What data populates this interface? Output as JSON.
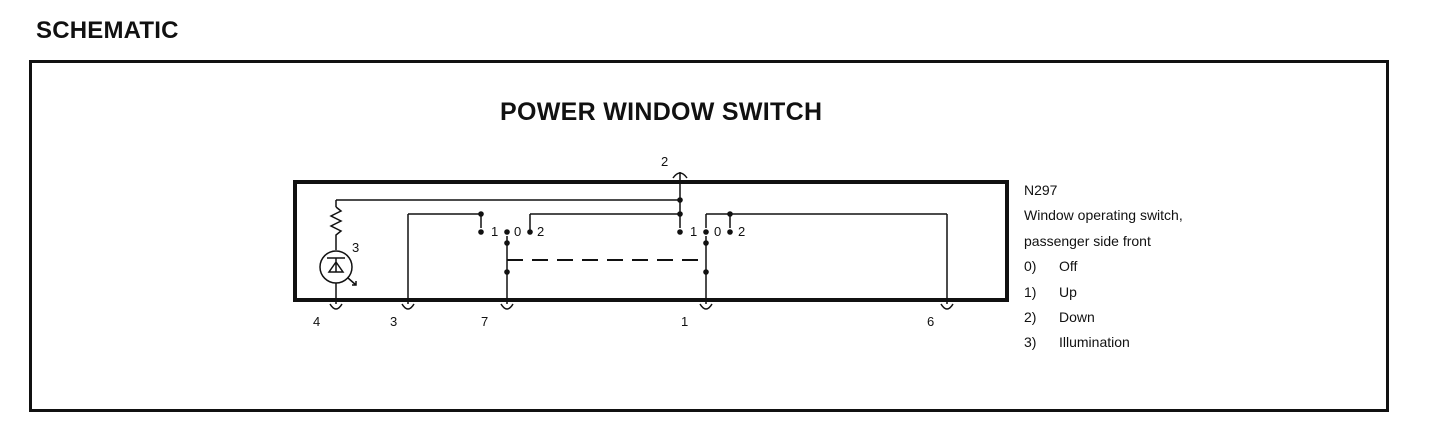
{
  "header": {
    "section_title": "SCHEMATIC"
  },
  "diagram": {
    "title": "POWER WINDOW SWITCH",
    "pins": {
      "top": "2",
      "p4": "4",
      "p3": "3",
      "p7": "7",
      "p1": "1",
      "p6": "6"
    },
    "lamp_label": "3",
    "switch_left": {
      "pos1": "1",
      "pos0": "0",
      "pos2": "2"
    },
    "switch_right": {
      "pos1": "1",
      "pos0": "0",
      "pos2": "2"
    },
    "legend": {
      "code": "N297",
      "description_line1": "Window operating switch,",
      "description_line2": "passenger side front",
      "positions": [
        {
          "num": "0)",
          "label": "Off"
        },
        {
          "num": "1)",
          "label": "Up"
        },
        {
          "num": "2)",
          "label": "Down"
        },
        {
          "num": "3)",
          "label": "Illumination"
        }
      ]
    }
  }
}
